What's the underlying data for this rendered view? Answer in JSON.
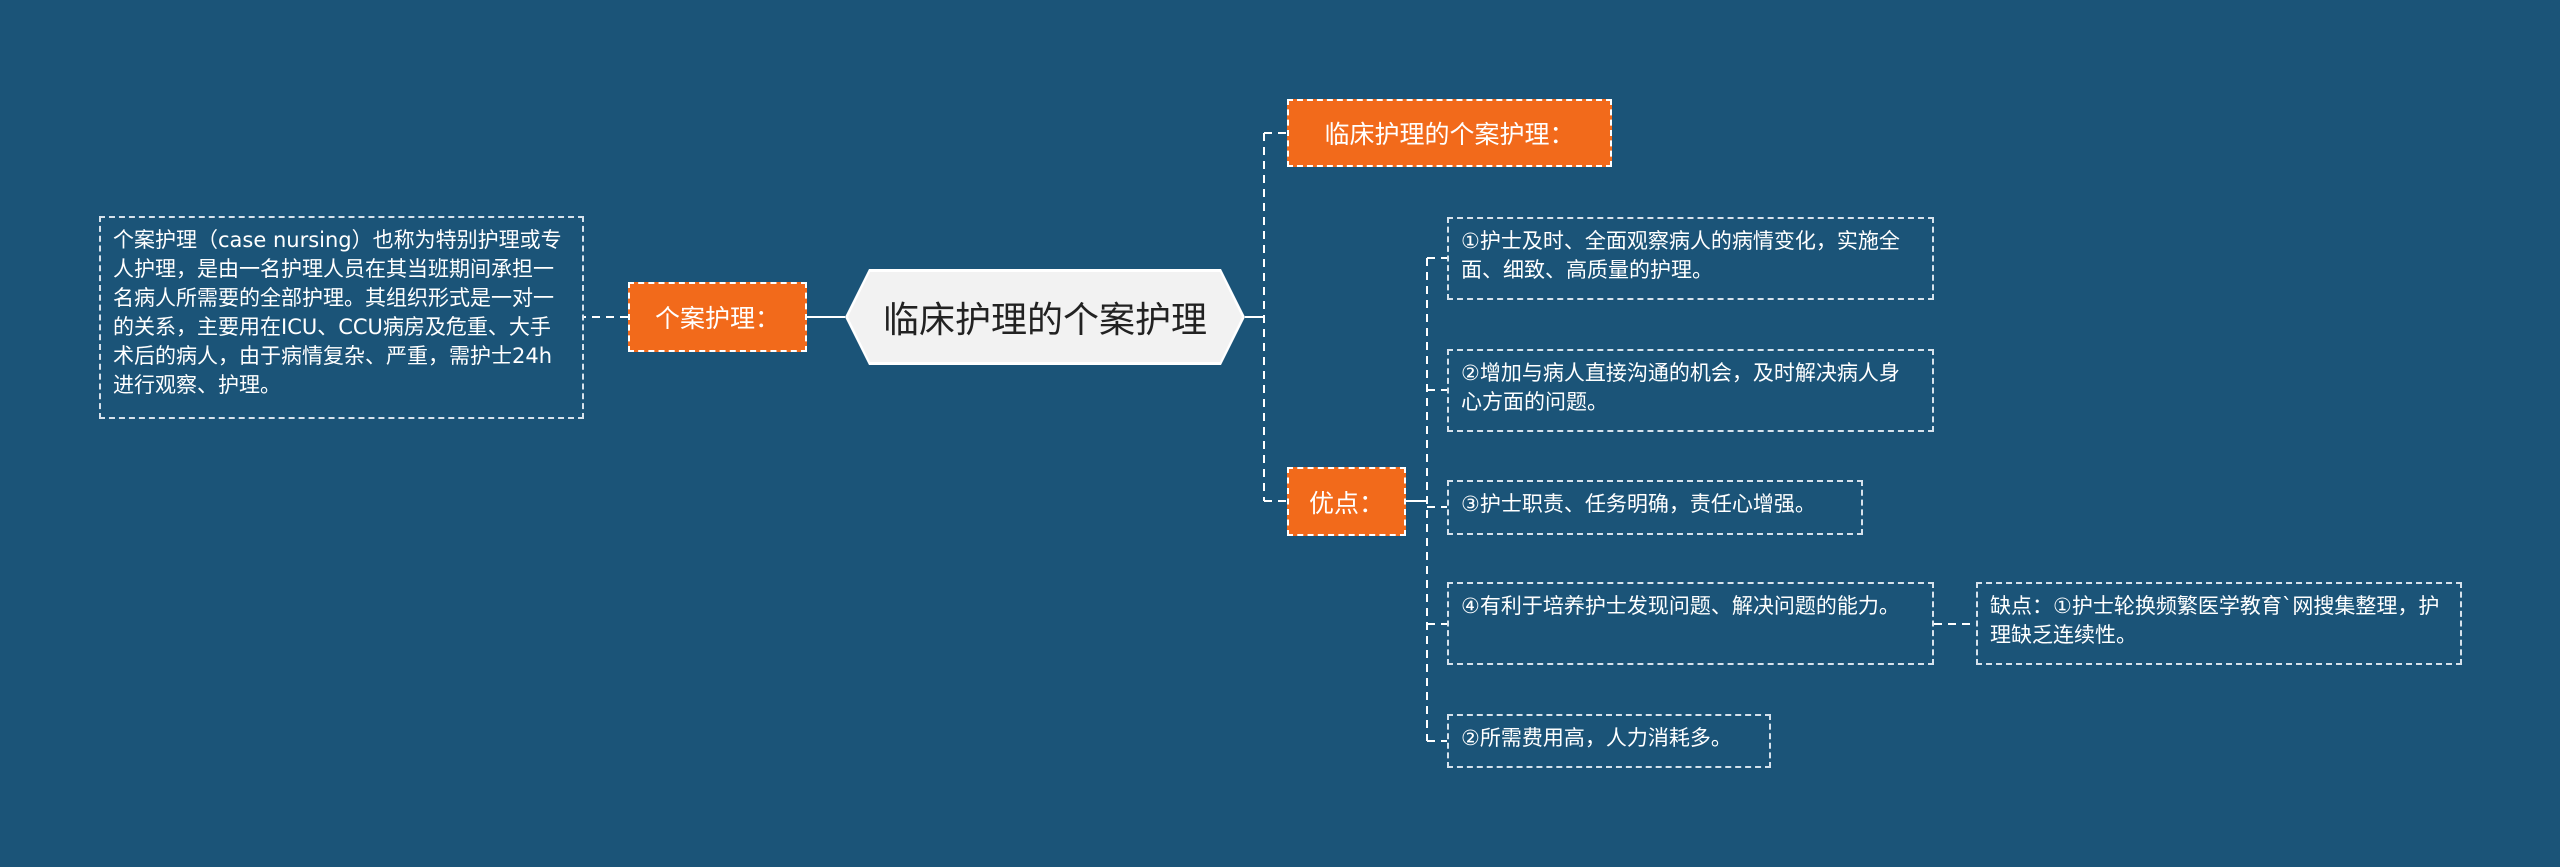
{
  "central": {
    "label": "临床护理的个案护理"
  },
  "left_branch": {
    "label": "个案护理：",
    "definition": "个案护理（case nursing）也称为特别护理或专人护理，是由一名护理人员在其当班期间承担一名病人所需要的全部护理。其组织形式是一对一的关系，主要用在ICU、CCU病房及危重、大手术后的病人，由于病情复杂、严重，需护士24h进行观察、护理。"
  },
  "right_top": {
    "label": "临床护理的个案护理："
  },
  "advantages": {
    "label": "优点：",
    "items": [
      "①护士及时、全面观察病人的病情变化，实施全面、细致、高质量的护理。",
      "②增加与病人直接沟通的机会，及时解决病人身心方面的问题。",
      "③护士职责、任务明确，责任心增强。",
      "④有利于培养护士发现问题、解决问题的能力。",
      "②所需费用高，人力消耗多。"
    ]
  },
  "disadvantage": {
    "text": "缺点：①护士轮换频繁医学教育`网搜集整理，护理缺乏连续性。"
  },
  "colors": {
    "background": "#1b5478",
    "accent": "#f26a1b",
    "connector": "#ffffff",
    "central_fill": "#f2f2f2"
  }
}
